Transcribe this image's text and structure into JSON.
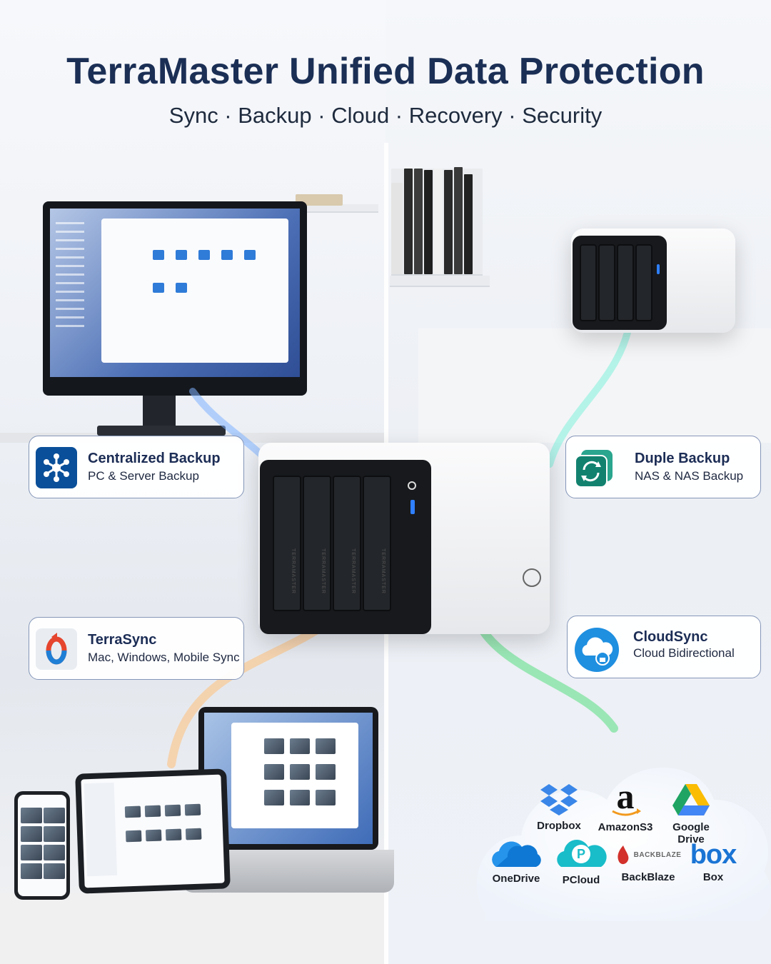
{
  "header": {
    "title": "TerraMaster Unified Data Protection",
    "subtitle": "Sync · Backup · Cloud · Recovery · Security"
  },
  "features": [
    {
      "title": "Centralized Backup",
      "subtitle": "PC & Server Backup",
      "icon": "network-hub-icon",
      "color": "#0a4f99"
    },
    {
      "title": "Duple Backup",
      "subtitle": "NAS & NAS Backup",
      "icon": "sync-arrows-icon",
      "color": "#12826f"
    },
    {
      "title": "TerraSync",
      "subtitle": "Mac, Windows, Mobile Sync",
      "icon": "sync-circle-icon",
      "color": "#e5452e"
    },
    {
      "title": "CloudSync",
      "subtitle": "Cloud Bidirectional",
      "icon": "cloud-lock-icon",
      "color": "#1f8fe0"
    }
  ],
  "cloud_services": [
    {
      "name": "Dropbox",
      "icon": "dropbox-icon",
      "color": "#3a86e8"
    },
    {
      "name": "AmazonS3",
      "icon": "amazon-icon",
      "color": "#111111"
    },
    {
      "name": "Google Drive",
      "icon": "google-drive-icon",
      "color": "#fbbc04"
    },
    {
      "name": "OneDrive",
      "icon": "onedrive-icon",
      "color": "#0f78d4"
    },
    {
      "name": "PCloud",
      "icon": "pcloud-icon",
      "color": "#19bcc9"
    },
    {
      "name": "BackBlaze",
      "icon": "backblaze-icon",
      "color": "#d2312c"
    },
    {
      "name": "Box",
      "icon": "box-icon",
      "color": "#1a74d4"
    }
  ],
  "backblaze_wordmark": "BACKBLAZE",
  "box_wordmark": "box",
  "nas_brand": "TERRAMASTER",
  "stream_colors": {
    "blue": "#7fb3ff",
    "cyan": "#7ff0dc",
    "orange": "#ffbf7a",
    "green": "#63e08a"
  }
}
